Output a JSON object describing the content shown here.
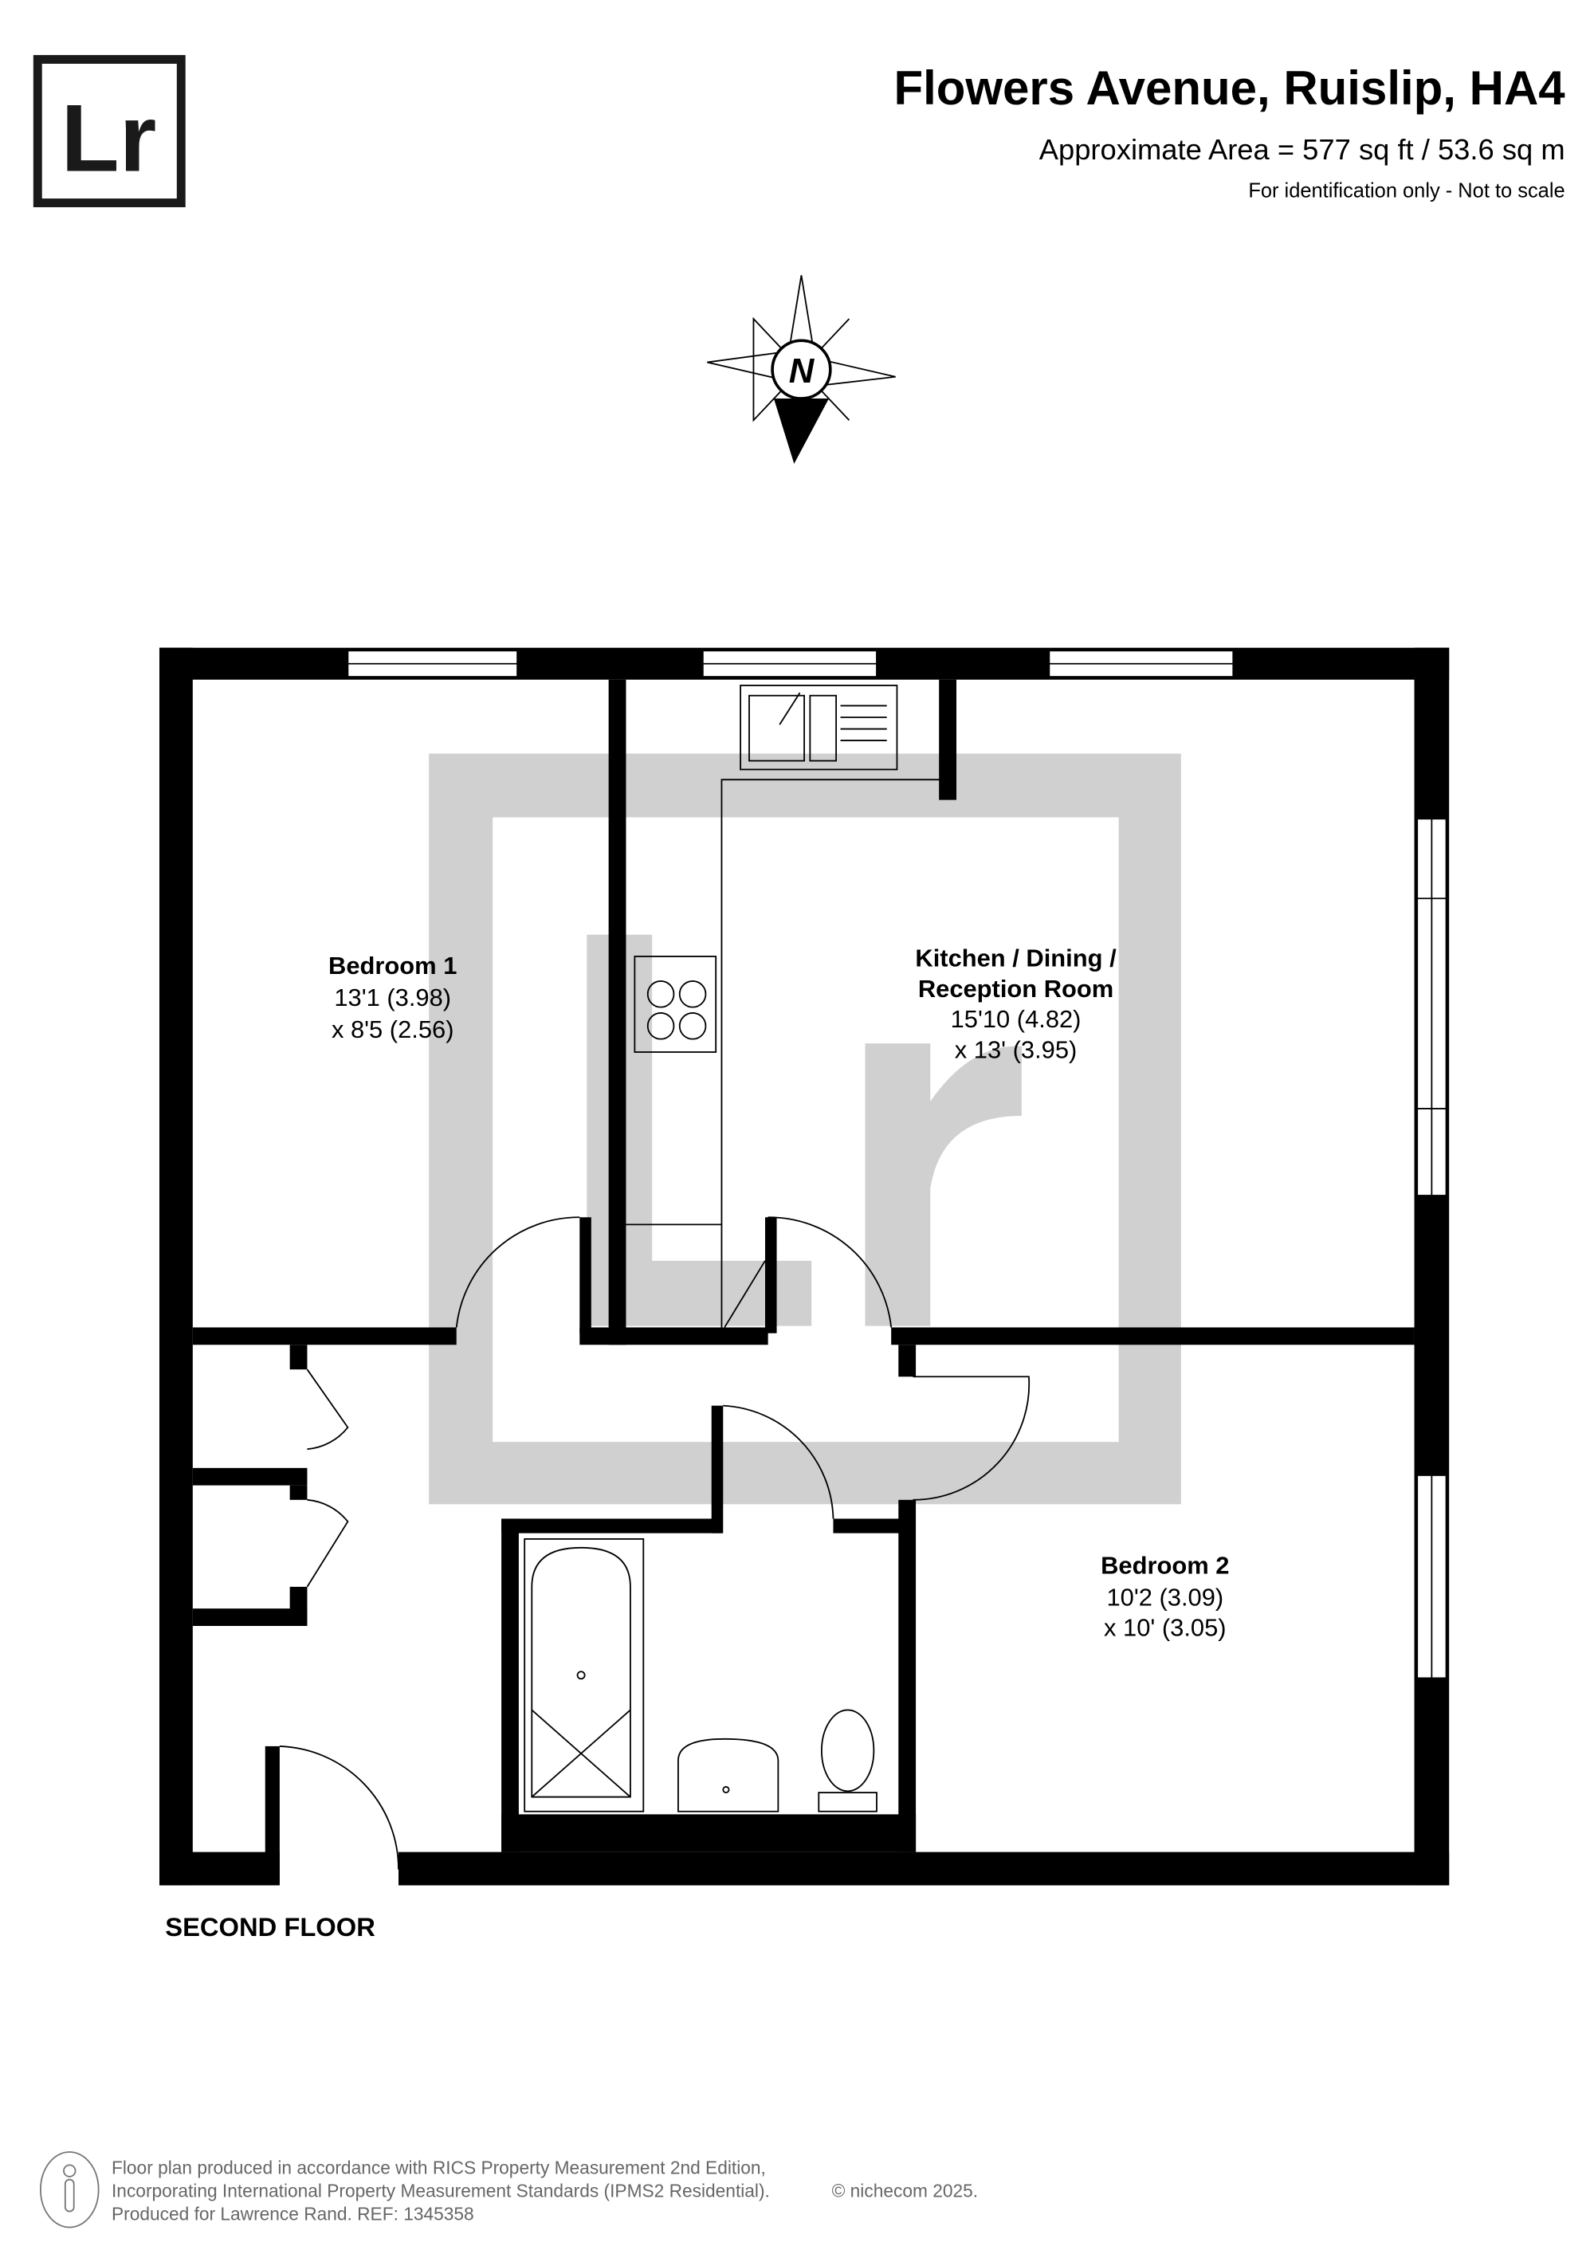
{
  "logo": {
    "text": "Lr"
  },
  "header": {
    "title": "Flowers Avenue, Ruislip, HA4",
    "area": "Approximate Area = 577 sq ft / 53.6 sq m",
    "disclaimer": "For identification only - Not to scale"
  },
  "compass": {
    "label": "N"
  },
  "rooms": [
    {
      "name": "Bedroom 1",
      "dim1": "13'1 (3.98)",
      "dim2": "x 8'5 (2.56)"
    },
    {
      "name1": "Kitchen / Dining /",
      "name2": "Reception Room",
      "dim1": "15'10 (4.82)",
      "dim2": "x 13' (3.95)"
    },
    {
      "name": "Bedroom 2",
      "dim1": "10'2 (3.09)",
      "dim2": "x 10' (3.05)"
    }
  ],
  "floor_label": "SECOND FLOOR",
  "footer": {
    "line1": "Floor plan produced in accordance with RICS Property Measurement 2nd Edition,",
    "line2": "Incorporating International Property Measurement Standards (IPMS2 Residential).",
    "copyright": "© nichecom 2025.",
    "line3": "Produced for Lawrence Rand.   REF: 1345358"
  }
}
